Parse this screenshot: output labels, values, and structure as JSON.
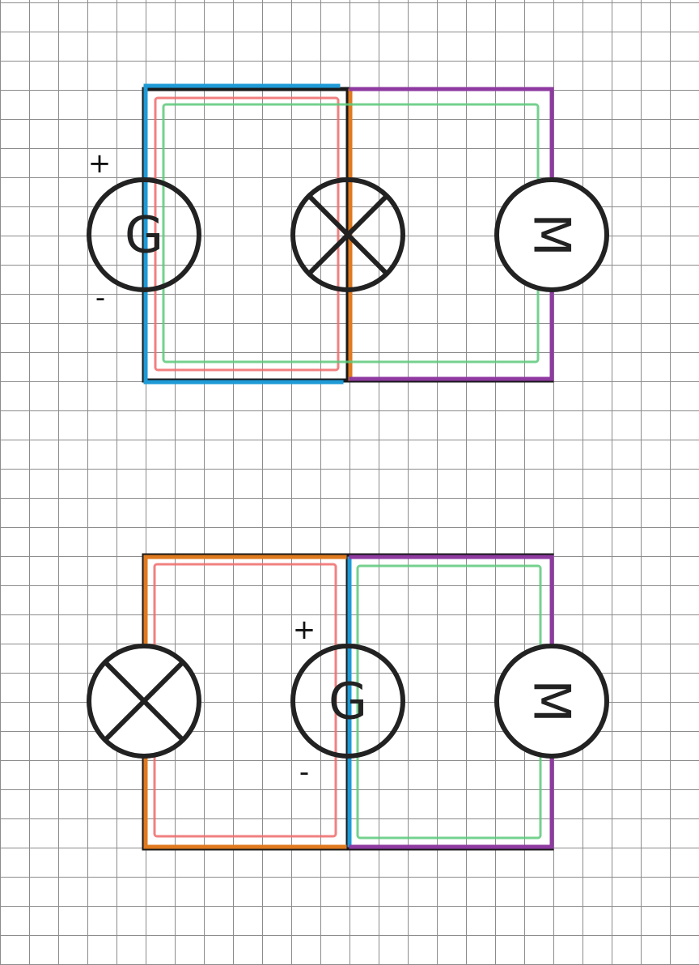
{
  "circuits": {
    "top": {
      "generator_label": "G",
      "motor_label": "M",
      "plus_label": "+",
      "minus_label": "-"
    },
    "bottom": {
      "generator_label": "G",
      "motor_label": "M",
      "plus_label": "+",
      "minus_label": "-"
    }
  },
  "colors": {
    "wire_base": "#1a1a1a",
    "generator_wire": "#1e9ad6",
    "lamp_wire": "#e07a1f",
    "motor_wire": "#8e3aa0",
    "lamp_loop": "#f06a6a",
    "motor_loop": "#5cc97a"
  }
}
